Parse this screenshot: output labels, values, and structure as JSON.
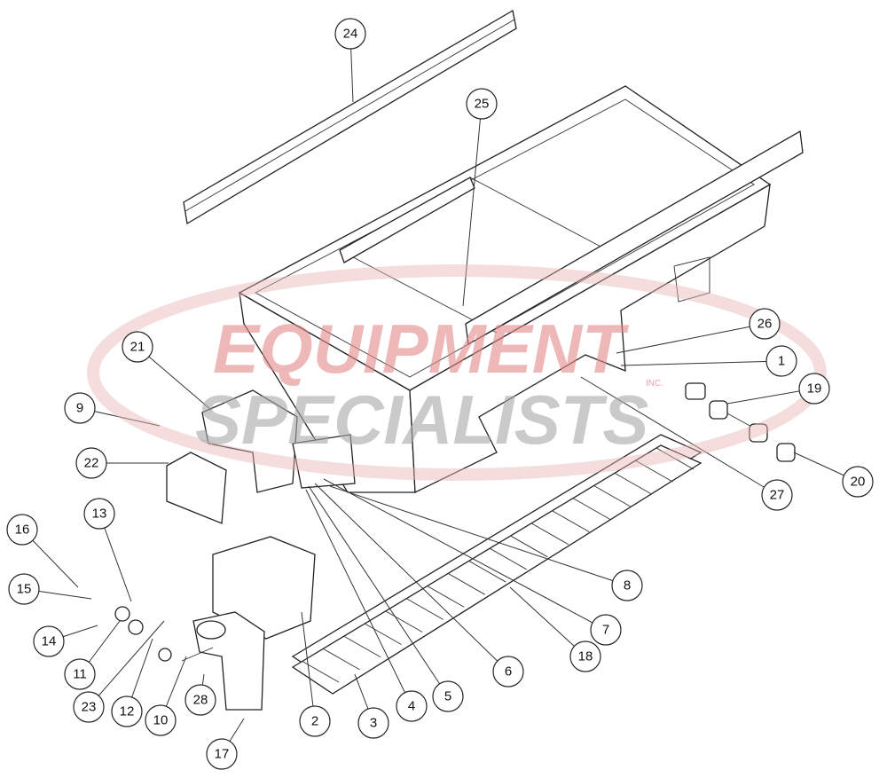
{
  "watermark": {
    "line1": "EQUIPMENT",
    "line2": "SPECIALISTS",
    "suffix": "INC.",
    "color_primary": "#d9534f",
    "color_secondary": "#9e9e9e"
  },
  "callouts": [
    "24",
    "25",
    "26",
    "1",
    "21",
    "9",
    "19",
    "22",
    "20",
    "27",
    "13",
    "16",
    "15",
    "8",
    "14",
    "7",
    "11",
    "18",
    "6",
    "5",
    "4",
    "23",
    "12",
    "10",
    "28",
    "2",
    "3",
    "17"
  ]
}
